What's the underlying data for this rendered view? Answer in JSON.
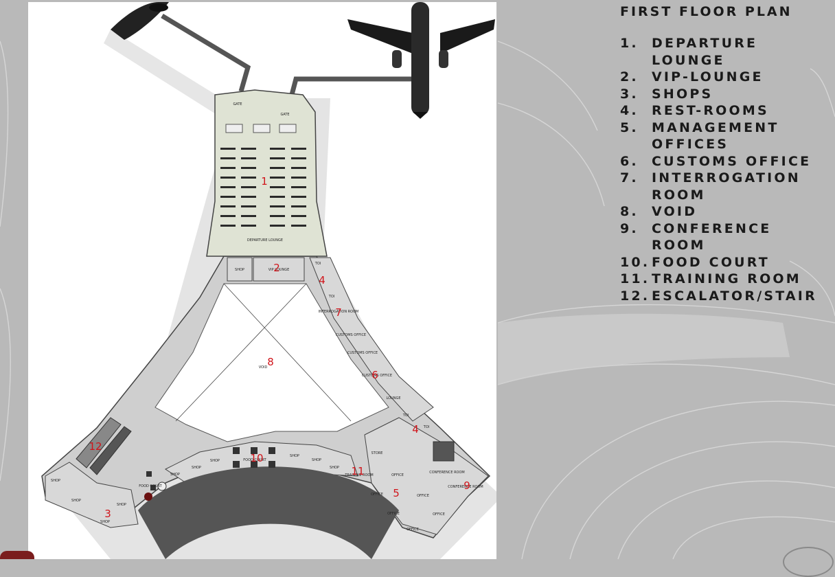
{
  "legend": {
    "title": "FIRST FLOOR PLAN",
    "items": [
      {
        "num": "1.",
        "label": "DEPARTURE LOUNGE"
      },
      {
        "num": "2.",
        "label": "VIP-LOUNGE"
      },
      {
        "num": "3.",
        "label": "SHOPS"
      },
      {
        "num": "4.",
        "label": "REST-ROOMS"
      },
      {
        "num": "5.",
        "label": "MANAGEMENT OFFICES"
      },
      {
        "num": "6.",
        "label": "CUSTOMS OFFICE"
      },
      {
        "num": "7.",
        "label": "INTERROGATION ROOM"
      },
      {
        "num": "8.",
        "label": "VOID"
      },
      {
        "num": "9.",
        "label": "CONFERENCE ROOM"
      },
      {
        "num": "10.",
        "label": "FOOD COURT"
      },
      {
        "num": "11.",
        "label": "TRAINING ROOM"
      },
      {
        "num": "12.",
        "label": "ESCALATOR/STAIR"
      }
    ]
  },
  "plan": {
    "markers": [
      "1",
      "2",
      "3",
      "4",
      "4",
      "5",
      "6",
      "7",
      "8",
      "9",
      "10",
      "11",
      "12"
    ],
    "room_labels": {
      "gate": "GATE",
      "departure_lounge": "DEPARTURE LOUNGE",
      "shop": "SHOP",
      "vip_lounge": "VIP LOUNGE",
      "toi": "TOI",
      "interrogation": "INTERROGATION ROOM",
      "customs": "CUSTOMS OFFICE",
      "lounge": "LOUNGE",
      "void": "VOID",
      "store": "STORE",
      "office": "OFFICE",
      "conference": "CONFERENCE ROOM",
      "training": "TRAINING ROOM",
      "food_court": "FOOD COURT"
    }
  },
  "colors": {
    "background": "#b9b9b9",
    "panel": "#ffffff",
    "lounge_fill": "#dfe3d4",
    "floor_fill": "#cfcfcf",
    "apron": "#555555",
    "marker": "#d0141a",
    "legend_text": "#1a1a1a"
  },
  "icons": [
    "airplane-icon",
    "airplane-icon"
  ]
}
